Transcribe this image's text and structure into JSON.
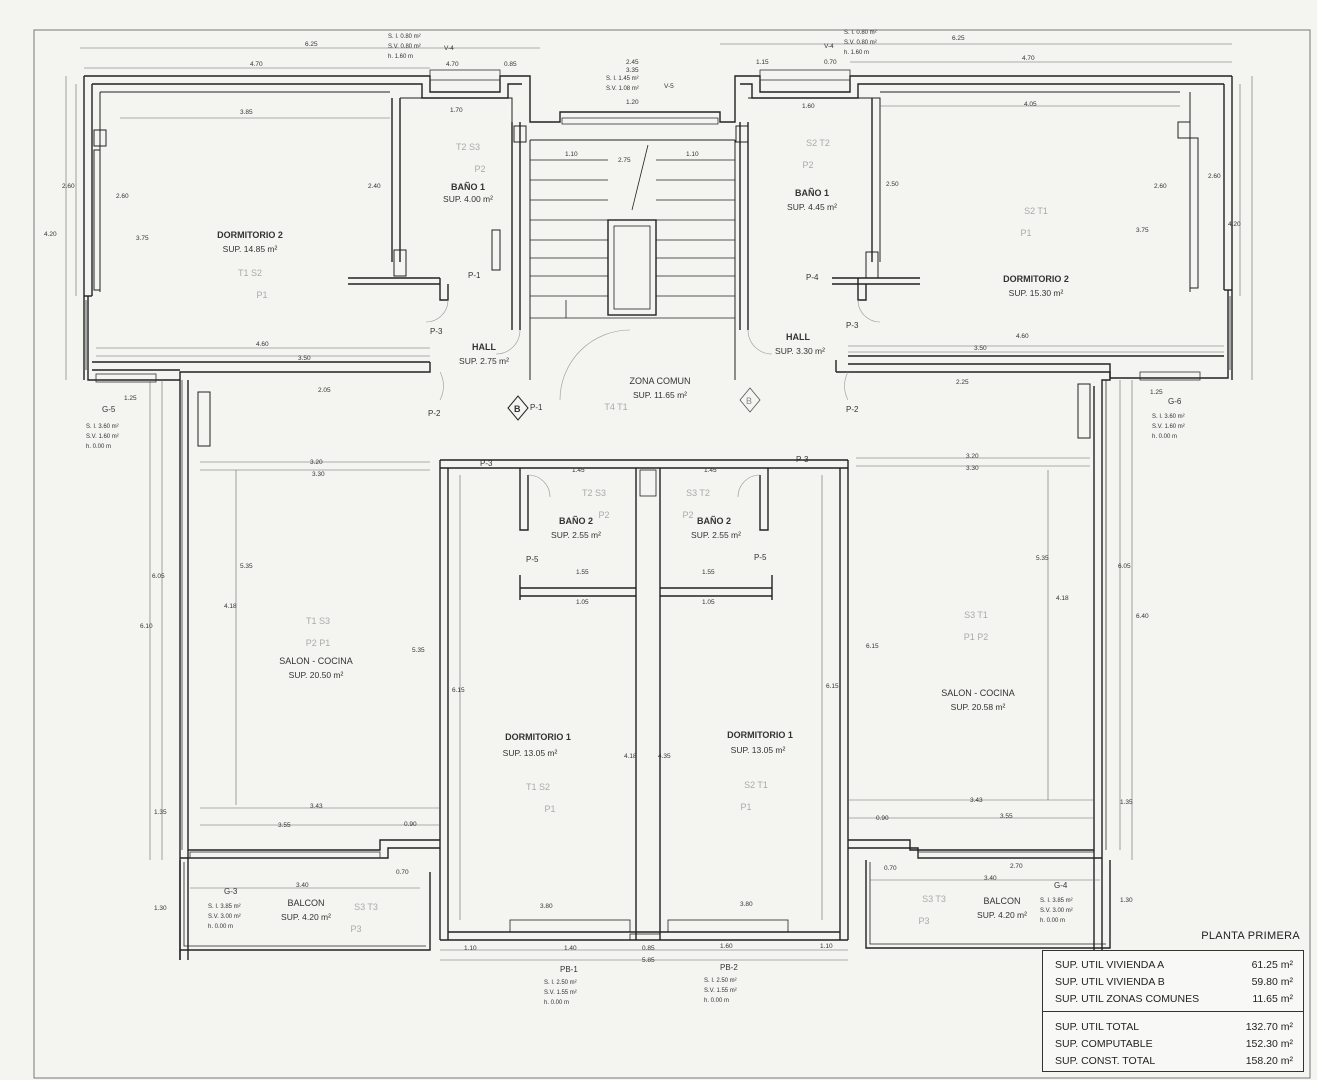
{
  "rooms": [
    {
      "name": "DORMITORIO 2",
      "area": "SUP. 14.85 m²",
      "tags": [
        "T1  S2",
        "P1"
      ]
    },
    {
      "name": "BAÑO 1",
      "area": "SUP. 4.00 m²",
      "tags": [
        "T2  S3",
        "P2"
      ]
    },
    {
      "name": "BAÑO 1",
      "area": "SUP. 4.45 m²",
      "tags": [
        "S2  T2",
        "P2"
      ]
    },
    {
      "name": "DORMITORIO 2",
      "area": "SUP. 15.30 m²",
      "tags": [
        "S2  T1",
        "P1"
      ]
    },
    {
      "name": "HALL",
      "area": "SUP. 2.75 m²"
    },
    {
      "name": "ZONA COMUN",
      "area": "SUP. 11.65 m²",
      "tags": [
        "T4  T1"
      ]
    },
    {
      "name": "HALL",
      "area": "SUP. 3.30 m²"
    },
    {
      "name": "BAÑO 2",
      "area": "SUP. 2.55 m²",
      "tags": [
        "T2  S3",
        "P2"
      ]
    },
    {
      "name": "BAÑO 2",
      "area": "SUP. 2.55 m²",
      "tags": [
        "S3  T2",
        "P2"
      ]
    },
    {
      "name": "SALON - COCINA",
      "area": "SUP. 20.50 m²",
      "tags": [
        "T1  S3",
        "P2  P1"
      ]
    },
    {
      "name": "DORMITORIO 1",
      "area": "SUP. 13.05 m²",
      "tags": [
        "T1  S2",
        "P1"
      ]
    },
    {
      "name": "DORMITORIO 1",
      "area": "SUP. 13.05 m²",
      "tags": [
        "S2  T1",
        "P1"
      ]
    },
    {
      "name": "SALON - COCINA",
      "area": "SUP. 20.58 m²",
      "tags": [
        "S3  T1",
        "P1  P2"
      ]
    },
    {
      "name": "BALCON",
      "area": "SUP. 4.20 m²",
      "tags": [
        "S3  T3",
        "P3"
      ]
    },
    {
      "name": "BALCON",
      "area": "SUP. 4.20 m²",
      "tags": [
        "S3  T3",
        "P3"
      ]
    }
  ],
  "doors": [
    "P-1",
    "P-3",
    "P-2",
    "P-3",
    "P-1",
    "P-4",
    "P-3",
    "P-2",
    "P-3",
    "P-5",
    "P-5",
    "B",
    "B"
  ],
  "openings": [
    {
      "id": "V-4",
      "si": "S. I.   0.80 m²",
      "sv": "S.V.   0.80 m²",
      "h": "h.   1.60 m"
    },
    {
      "id": "V-5",
      "si": "S. I.   1.45 m²",
      "sv": "S.V.   1.08 m²",
      "h": ""
    },
    {
      "id": "V-4",
      "si": "S. I.   0.80 m²",
      "sv": "S.V.   0.80 m²",
      "h": "h.   1.60 m"
    },
    {
      "id": "G-5",
      "si": "S. I.   3.60 m²",
      "sv": "S.V.   1.60 m²",
      "h": "h.   0.00 m"
    },
    {
      "id": "G-6",
      "si": "S. I.   3.60 m²",
      "sv": "S.V.   1.60 m²",
      "h": "h.   0.00 m"
    },
    {
      "id": "G-3",
      "si": "S. I.   3.85 m²",
      "sv": "S.V.   3.00 m²",
      "h": "h.   0.00 m"
    },
    {
      "id": "G-4",
      "si": "S. I.   3.85 m²",
      "sv": "S.V.   3.00 m²",
      "h": "h.   0.00 m"
    },
    {
      "id": "PB-1",
      "si": "S. I.   2.50 m²",
      "sv": "S.V.   1.55 m²",
      "h": "h.   0.00 m"
    },
    {
      "id": "PB-2",
      "si": "S. I.   2.50 m²",
      "sv": "S.V.   1.55 m²",
      "h": "h.   0.00 m"
    }
  ],
  "dimensions": {
    "top_total_left": "6.25",
    "top_total_right": "6.25",
    "top_left": "4.70",
    "top_right": "4.70",
    "top_mid_left": "4.70",
    "top_mid_right": "0.70",
    "top_c1": "0.85",
    "top_c2": "2.45",
    "top_c3": "1.15",
    "top_c4": "3.35",
    "w_385": "3.85",
    "w_170": "1.70",
    "w_405": "4.05",
    "w_160": "1.60",
    "w_120": "1.20",
    "w_110a": "1.10",
    "w_275": "2.75",
    "w_110b": "1.10",
    "h_260l": "2.60",
    "h_420l": "4.20",
    "h_375": "3.75",
    "h_240": "2.40",
    "h_260r": "2.60",
    "h_420r": "4.20",
    "h_375r": "3.75",
    "h_250": "2.50",
    "w_460l": "4.60",
    "w_460r": "4.60",
    "w_350l": "3.50",
    "w_350r": "3.50",
    "w_205l": "2.05",
    "w_225r": "2.25",
    "w_320l": "3.20",
    "w_330l": "3.30",
    "w_320r": "3.20",
    "w_330r": "3.30",
    "h_605l": "6.05",
    "h_610l": "6.10",
    "h_535l": "5.35",
    "h_418l": "4.18",
    "h_535c": "5.35",
    "h_605r": "6.05",
    "h_640r": "6.40",
    "h_535r": "5.35",
    "h_418r": "4.18",
    "h_615r": "6.15",
    "h_615c": "6.15",
    "h_418c": "4.18",
    "h_435": "4.35",
    "w_145l": "1.45",
    "w_145r": "1.45",
    "w_155l": "1.55",
    "w_155r": "1.55",
    "w_105l": "1.05",
    "w_105r": "1.05",
    "w_340l": "3.40",
    "w_340r": "3.40",
    "w_343": "3.43",
    "w_355l": "3.55",
    "w_355r": "3.55",
    "w_270": "2.70",
    "w_070": "0.70",
    "w_090": "0.90",
    "w_380": "3.80",
    "w_380b": "3.80",
    "bot_110l": "1.10",
    "bot_140": "1.40",
    "bot_085": "0.85",
    "bot_160": "1.60",
    "bot_110r": "1.10",
    "bot_total": "5.85",
    "h_135l": "1.35",
    "h_130l": "1.30",
    "h_135r": "1.35",
    "h_130r": "1.30",
    "w_125l": "1.25",
    "w_125r": "1.25"
  },
  "plan_title": "PLANTA PRIMERA",
  "summary": {
    "rows_a": [
      {
        "label": "SUP. UTIL VIVIENDA A",
        "value": "61.25 m²"
      },
      {
        "label": "SUP. UTIL VIVIENDA B",
        "value": "59.80 m²"
      },
      {
        "label": "SUP. UTIL ZONAS COMUNES",
        "value": "11.65 m²"
      }
    ],
    "rows_b": [
      {
        "label": "SUP. UTIL TOTAL",
        "value": "132.70 m²"
      },
      {
        "label": "SUP. COMPUTABLE",
        "value": "152.30 m²"
      },
      {
        "label": "SUP. CONST. TOTAL",
        "value": "158.20 m²"
      }
    ]
  }
}
